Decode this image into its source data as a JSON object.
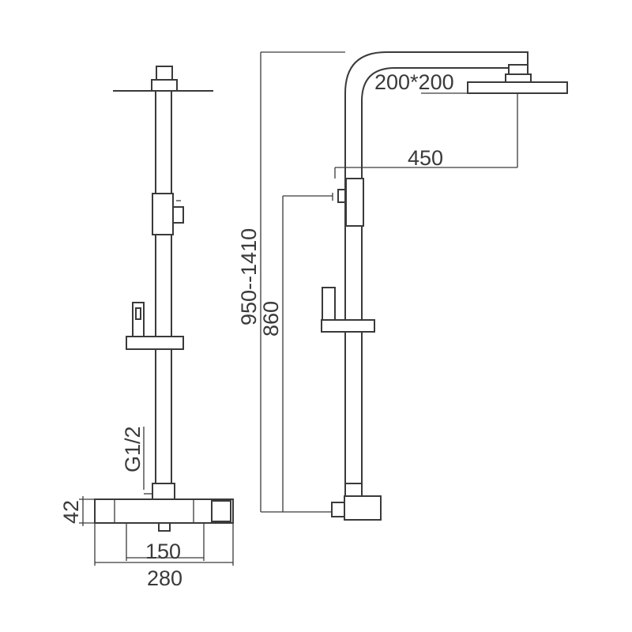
{
  "dimensions": {
    "head_size": "200*200",
    "arm_length": "450",
    "height_range": "950--1410",
    "outlet_height": "860",
    "inlet_thread": "G1/2",
    "mixer_height": "42",
    "inlet_spacing": "150",
    "mixer_width": "280"
  },
  "colors": {
    "line": "#3a3a3a",
    "background": "#ffffff"
  }
}
